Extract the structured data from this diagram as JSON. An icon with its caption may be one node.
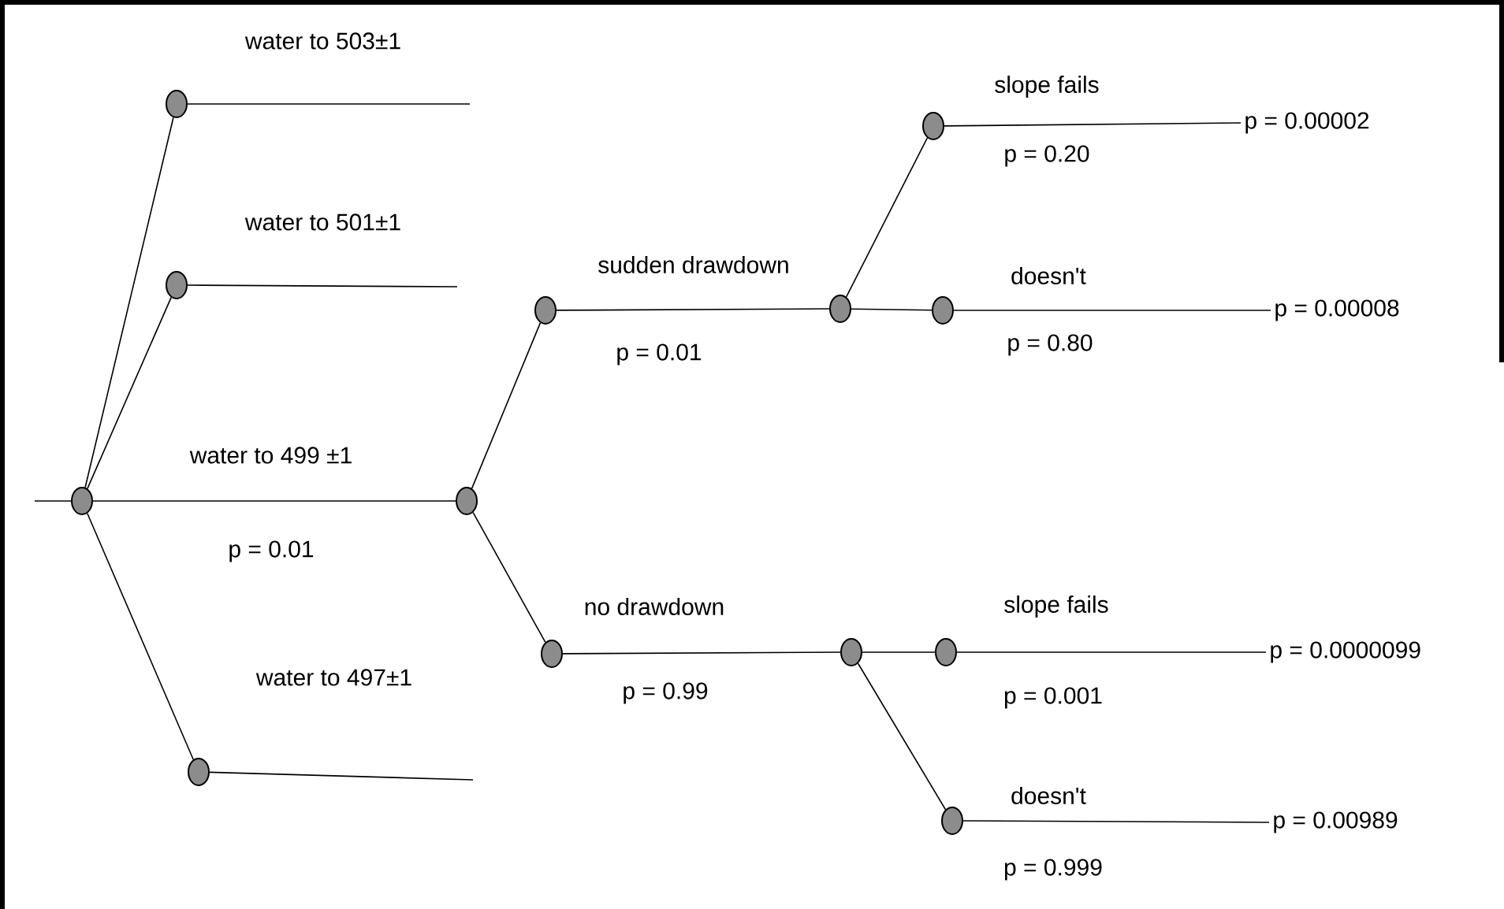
{
  "diagram": {
    "nodes": [
      {
        "text": [],
        "shape": "circle"
      },
      {
        "text": [],
        "shape": "circle"
      },
      {
        "text": [],
        "shape": "circle"
      },
      {
        "text": [],
        "shape": "circle"
      },
      {
        "text": [],
        "shape": "circle"
      },
      {
        "text": [],
        "shape": "circle"
      },
      {
        "text": [],
        "shape": "circle"
      },
      {
        "text": [],
        "shape": "circle"
      },
      {
        "text": [],
        "shape": "circle"
      },
      {
        "text": [],
        "shape": "circle"
      },
      {
        "text": [],
        "shape": "circle"
      },
      {
        "text": [],
        "shape": "circle"
      },
      {
        "text": [],
        "shape": "circle"
      },
      {
        "text": [
          "p = 0.00002"
        ]
      },
      {
        "text": [
          "p = 0.00008"
        ]
      },
      {
        "text": [
          "p = 0.0000099"
        ]
      },
      {
        "text": [
          "p = 0.00989"
        ]
      }
    ],
    "edges": [
      {
        "from": null,
        "to": 0,
        "arrow": "none"
      },
      {
        "from": 0,
        "to": 1,
        "arrow": "none"
      },
      {
        "from": 0,
        "to": 2,
        "arrow": "none"
      },
      {
        "from": 0,
        "to": 4,
        "arrow": "none",
        "label": "water to 499 ±1"
      },
      {
        "from": 0,
        "to": 3,
        "arrow": "none"
      },
      {
        "from": 1,
        "to": null,
        "arrow": "none",
        "label": "water to 503±1"
      },
      {
        "from": 2,
        "to": null,
        "arrow": "none",
        "label": "water to 501±1"
      },
      {
        "from": 3,
        "to": null,
        "arrow": "none",
        "label": "water to 497±1"
      },
      {
        "from": 4,
        "to": 5,
        "arrow": "none"
      },
      {
        "from": 4,
        "to": 9,
        "arrow": "none"
      },
      {
        "from": 5,
        "to": 6,
        "arrow": "none",
        "label": "sudden drawdown"
      },
      {
        "from": 6,
        "to": 7,
        "arrow": "none"
      },
      {
        "from": 6,
        "to": 8,
        "arrow": "none"
      },
      {
        "from": 7,
        "to": 13,
        "arrow": "none",
        "label": "slope fails"
      },
      {
        "from": 8,
        "to": 14,
        "arrow": "none",
        "label": "doesn't"
      },
      {
        "from": 9,
        "to": 10,
        "arrow": "none",
        "label": "no drawdown"
      },
      {
        "from": 10,
        "to": 11,
        "arrow": "none"
      },
      {
        "from": 10,
        "to": 12,
        "arrow": "none"
      },
      {
        "from": 11,
        "to": 15,
        "arrow": "none",
        "label": "slope fails"
      },
      {
        "from": 12,
        "to": 16,
        "arrow": "none",
        "label": "doesn't"
      }
    ],
    "labels": [
      "p = 0.20",
      "p = 0.80",
      "p = 0.01",
      "p = 0.01",
      "p = 0.99",
      "p = 0.001",
      "p = 0.999"
    ]
  }
}
